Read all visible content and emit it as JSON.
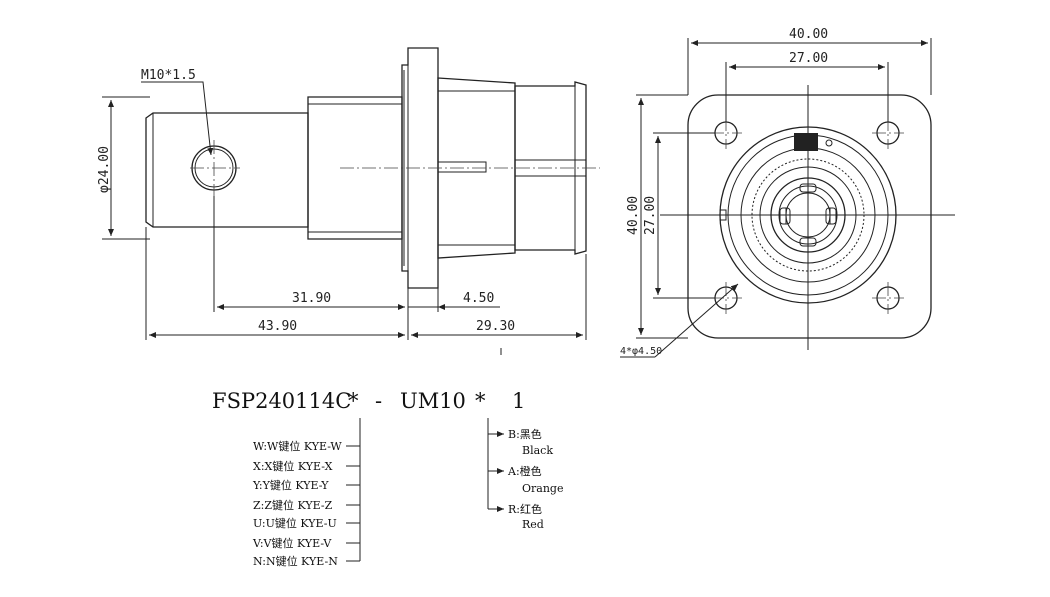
{
  "side_view": {
    "thread_label": "M10*1.5",
    "diameter_label": "φ24.00",
    "dim_31_90": "31.90",
    "dim_4_50": "4.50",
    "dim_43_90": "43.90",
    "dim_29_30": "29.30"
  },
  "front_view": {
    "width_outer": "40.00",
    "width_inner": "27.00",
    "height_outer": "40.00",
    "height_inner": "27.00",
    "hole_label": "4*φ4.50"
  },
  "part_code": {
    "base": "FSP240114C",
    "star1": "*",
    "dash": "-",
    "um": "UM10",
    "star2": "*",
    "end": "1"
  },
  "key_options": [
    "W:W键位 KYE-W",
    "X:X键位 KYE-X",
    "Y:Y键位 KYE-Y",
    "Z:Z键位 KYE-Z",
    "U:U键位 KYE-U",
    "V:V键位 KYE-V",
    "N:N键位 KYE-N"
  ],
  "color_options": [
    {
      "code": "B:黑色",
      "name": "Black"
    },
    {
      "code": "A:橙色",
      "name": "Orange"
    },
    {
      "code": "R:红色",
      "name": "Red"
    }
  ]
}
